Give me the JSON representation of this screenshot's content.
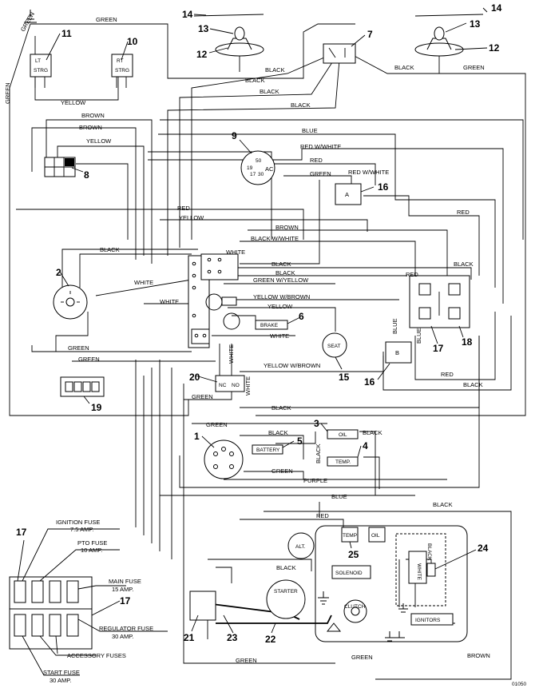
{
  "wire_labels": {
    "green_top": "GREEN",
    "green_left": "GREEN",
    "yellow_top": "YELLOW",
    "black_7a": "BLACK",
    "black_7b": "BLACK",
    "black_7c": "BLACK",
    "black_14r": "BLACK",
    "green_14r": "GREEN",
    "brown_1": "BROWN",
    "brown_2": "BROWN",
    "yellow_8": "YELLOW",
    "blue_9": "BLUE",
    "redw_9": "RED W/WHITE",
    "red_9": "RED",
    "green_16": "GREEN",
    "redw_16": "RED W/WHITE",
    "red_l": "RED",
    "yellow_l": "YELLOW",
    "red_r": "RED",
    "brown_mid": "BROWN",
    "blackw_mid": "BLACK W/WHITE",
    "black_2": "BLACK",
    "white_c": "WHITE",
    "black_c1": "BLACK",
    "black_c2": "BLACK",
    "greenw_yellow": "GREEN W/YELLOW",
    "black_18": "BLACK",
    "red_18": "RED",
    "white_2": "WHITE",
    "white_l": "WHITE",
    "yellow_w_brown": "YELLOW W/BROWN",
    "yellow_c": "YELLOW",
    "white_6": "WHITE",
    "blue_16b": "BLUE",
    "blue_18": "BLUE",
    "green_19a": "GREEN",
    "green_19b": "GREEN",
    "white_20a": "WHITE",
    "white_20b": "WHITE",
    "yellow_w_brown2": "YELLOW W/BROWN",
    "green_20": "GREEN",
    "red_17": "RED",
    "black_17": "BLACK",
    "black_long": "BLACK",
    "green_1": "GREEN",
    "black_5": "BLACK",
    "black_3": "BLACK",
    "black_4": "BLACK",
    "green_5": "GREEN",
    "purple": "PURPLE",
    "blue_bot": "BLUE",
    "red_bot": "RED",
    "black_bot": "BLACK",
    "black_sol": "BLACK",
    "black_24": "BLACK",
    "white_24": "WHITE",
    "green_bot": "GREEN",
    "green_bot2": "GREEN",
    "brown_bot": "BROWN"
  },
  "components": {
    "lt_strg": [
      "LT",
      "STRG"
    ],
    "rt_strg": [
      "RT",
      "STRG"
    ],
    "seat": "SEAT",
    "brake": "BRAKE",
    "battery": "BATTERY",
    "oil_switch": "OIL",
    "temp_switch": "TEMP.",
    "temp_box": "TEMP",
    "oil_box": "OIL",
    "alt": "ALT.",
    "solenoid": "SOLENOID",
    "starter": "STARTER",
    "clutch": "CLUTCH",
    "ignitors": "IGNITORS",
    "relay_a": "A",
    "relay_b": "B",
    "ac": "AC",
    "t50": "50",
    "t19": "19",
    "t17": "17",
    "t30": "30",
    "nc": "NC",
    "no": "NO"
  },
  "fuse_labels": {
    "ignition": [
      "IGNITION FUSE",
      "7.5 AMP."
    ],
    "pto": [
      "PTO FUSE",
      "10 AMP."
    ],
    "main": [
      "MAIN FUSE",
      "15 AMP."
    ],
    "regulator": [
      "REGULATOR FUSE",
      "30 AMP."
    ],
    "accessory": "ACCESSORY FUSES",
    "start": [
      "START FUSE",
      "30 AMP."
    ]
  },
  "callouts": {
    "n1": "1",
    "n2": "2",
    "n3": "3",
    "n4": "4",
    "n5": "5",
    "n6": "6",
    "n7": "7",
    "n8": "8",
    "n9": "9",
    "n10": "10",
    "n11": "11",
    "n12a": "12",
    "n12b": "12",
    "n13a": "13",
    "n13b": "13",
    "n14a": "14",
    "n14b": "14",
    "n15": "15",
    "n16a": "16",
    "n16b": "16",
    "n17a": "17",
    "n17b": "17",
    "n17c": "17",
    "n18": "18",
    "n19": "19",
    "n20": "20",
    "n21": "21",
    "n22": "22",
    "n23": "23",
    "n24": "24",
    "n25": "25"
  },
  "figure_code": "01050"
}
